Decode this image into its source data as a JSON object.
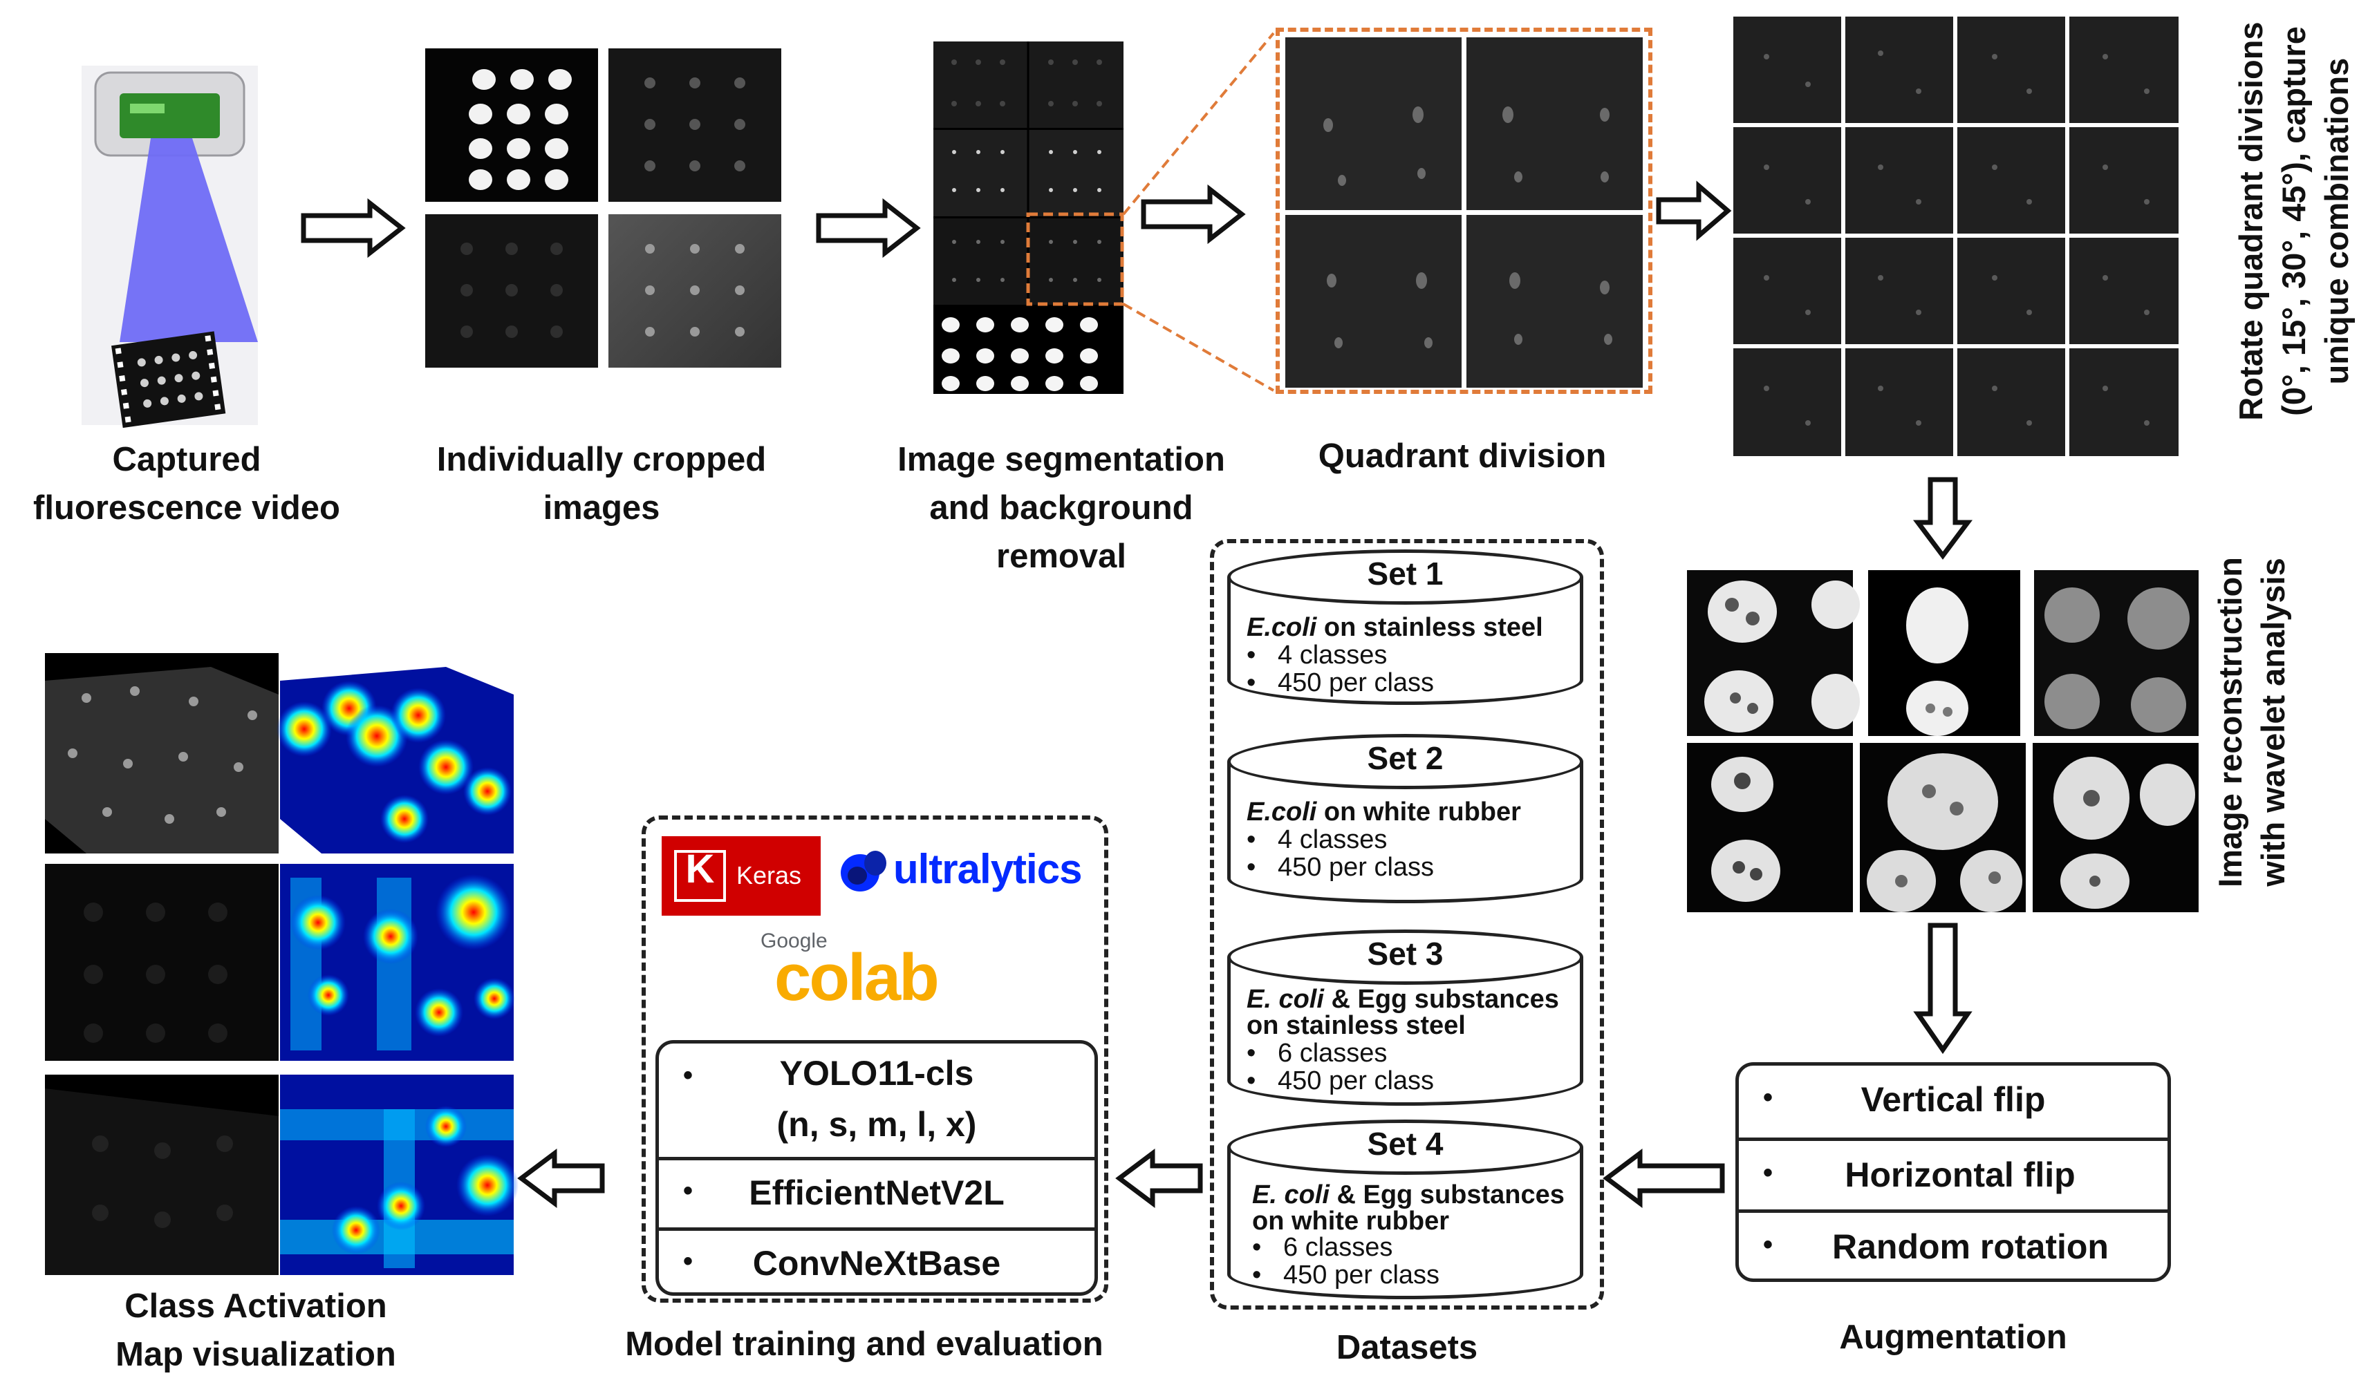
{
  "steps": {
    "captured": "Captured\nfluorescence video",
    "cropped": "Individually cropped\nimages",
    "segmentation": "Image segmentation\nand background\nremoval",
    "quadrant": "Quadrant division",
    "rotate": "Rotate quadrant divisions\n(0°, 15°, 30°, 45°), capture\nunique combinations",
    "wavelet": "Image reconstruction\nwith wavelet analysis",
    "augmentation": "Augmentation",
    "datasets": "Datasets",
    "training": "Model training and evaluation",
    "cam": "Class Activation\nMap  visualization"
  },
  "augmentation_items": [
    "Vertical flip",
    "Horizontal flip",
    "Random rotation"
  ],
  "datasets": [
    {
      "title": "Set 1",
      "line1_italic": "E.coli",
      "line1_rest": " on stainless steel",
      "line2": "",
      "classes": "4 classes",
      "per_class": "450 per class"
    },
    {
      "title": "Set 2",
      "line1_italic": "E.coli",
      "line1_rest": " on white rubber",
      "line2": "",
      "classes": "4 classes",
      "per_class": "450 per class"
    },
    {
      "title": "Set 3",
      "line1_italic": "E. coli",
      "line1_rest": " & Egg substances",
      "line2": "on stainless steel",
      "classes": "6 classes",
      "per_class": "450 per class"
    },
    {
      "title": "Set 4",
      "line1_italic": "E. coli",
      "line1_rest": " & Egg substances",
      "line2": "on white rubber",
      "classes": "6 classes",
      "per_class": "450 per class"
    }
  ],
  "models": {
    "row1_line1": "YOLO11-cls",
    "row1_line2": "(n, s, m, l, x)",
    "row2": "EfficientNetV2L",
    "row3": "ConvNeXtBase"
  },
  "logos": {
    "keras_k": "K",
    "keras_word": "Keras",
    "ultralytics": "ultralytics",
    "google": "Google",
    "colab": "colab"
  },
  "bullet": "•",
  "colors": {
    "orange_dash": "#E07B39",
    "keras_red": "#D00000",
    "ultralytics_blue": "#042AFF",
    "colab_orange": "#F9AB00",
    "device_blue": "#6f6cf5",
    "device_green": "#2f8a2a"
  }
}
